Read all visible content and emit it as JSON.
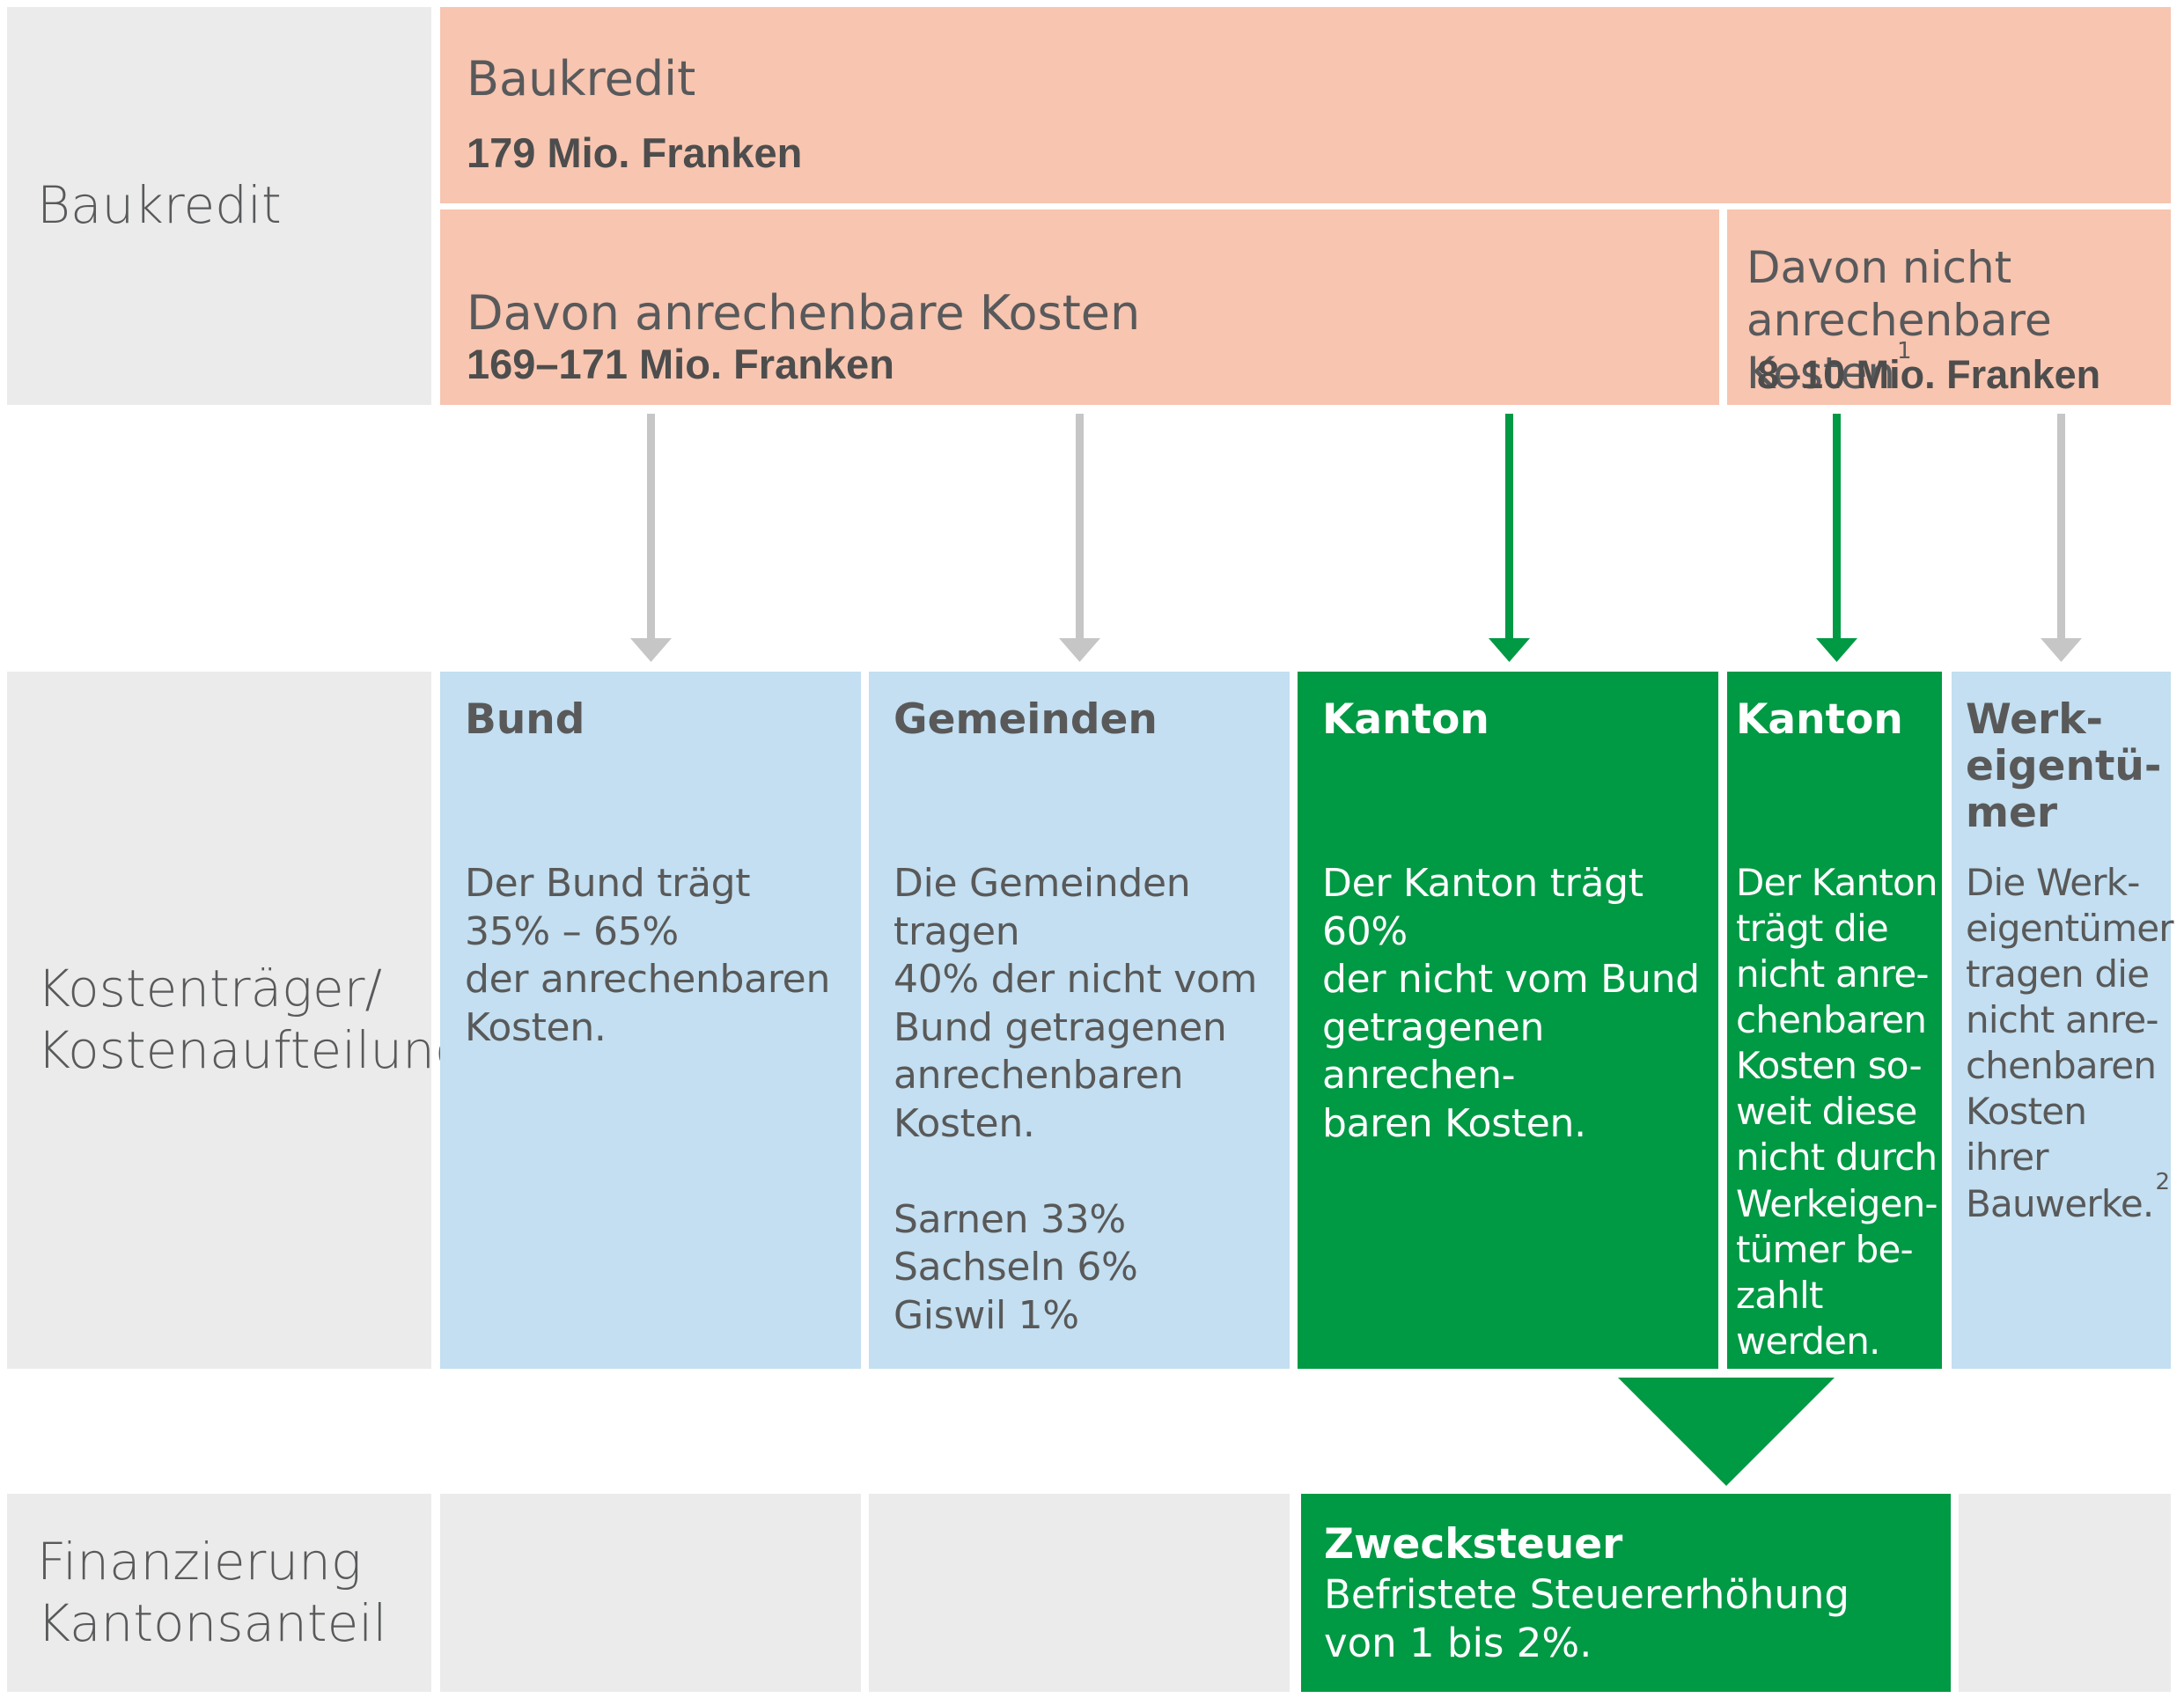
{
  "rows": {
    "baukredit": "Baukredit",
    "kosten": "Kostenträger/\nKostenaufteilung",
    "finanzierung": "Finanzierung\nKantonsanteil"
  },
  "baukredit_box": {
    "title": "Baukredit",
    "value": "179 Mio. Franken"
  },
  "anrechenbar": {
    "title": "Davon anrechenbare Kosten",
    "value": "169–171 Mio. Franken"
  },
  "nicht_anrechenbar": {
    "title": "Davon nicht\nanrechenbare Kosten",
    "footnote": "1",
    "value": "8–10 Mio. Franken"
  },
  "cards": {
    "bund": {
      "title": "Bund",
      "text": "Der Bund trägt\n35% – 65%\nder anrechenbaren\nKosten."
    },
    "gemeinden": {
      "title": "Gemeinden",
      "text": "Die Gemeinden tragen\n40% der nicht vom\nBund getragenen\nanrechenbaren Kosten.\n\nSarnen 33%\nSachseln 6%\nGiswil 1%"
    },
    "kanton1": {
      "title": "Kanton",
      "text": "Der Kanton trägt 60%\nder nicht vom Bund\ngetragenen anrechen-\nbaren Kosten."
    },
    "kanton2": {
      "title": "Kanton",
      "text": "Der Kanton\nträgt die\nnicht anre-\nchenbaren\nKosten so-\nweit diese\nnicht durch\nWerkeigen-\ntümer be-\nzahlt werden."
    },
    "werk": {
      "title": "Werk-\neigentü-\nmer",
      "text": "Die Werk-\neigentümer\ntragen die\nnicht anre-\nchenbaren\nKosten\nihrer\nBauwerke.",
      "footnote": "2"
    }
  },
  "zwecksteuer": {
    "title": "Zwecksteuer",
    "text": "Befristete Steuererhöhung\nvon 1 bis 2%."
  },
  "colors": {
    "salmon": "#f7c5b0",
    "blue": "#c3dff1",
    "green": "#009944",
    "gray": "#ebebeb",
    "arrow_gray": "#c6c6c6"
  }
}
